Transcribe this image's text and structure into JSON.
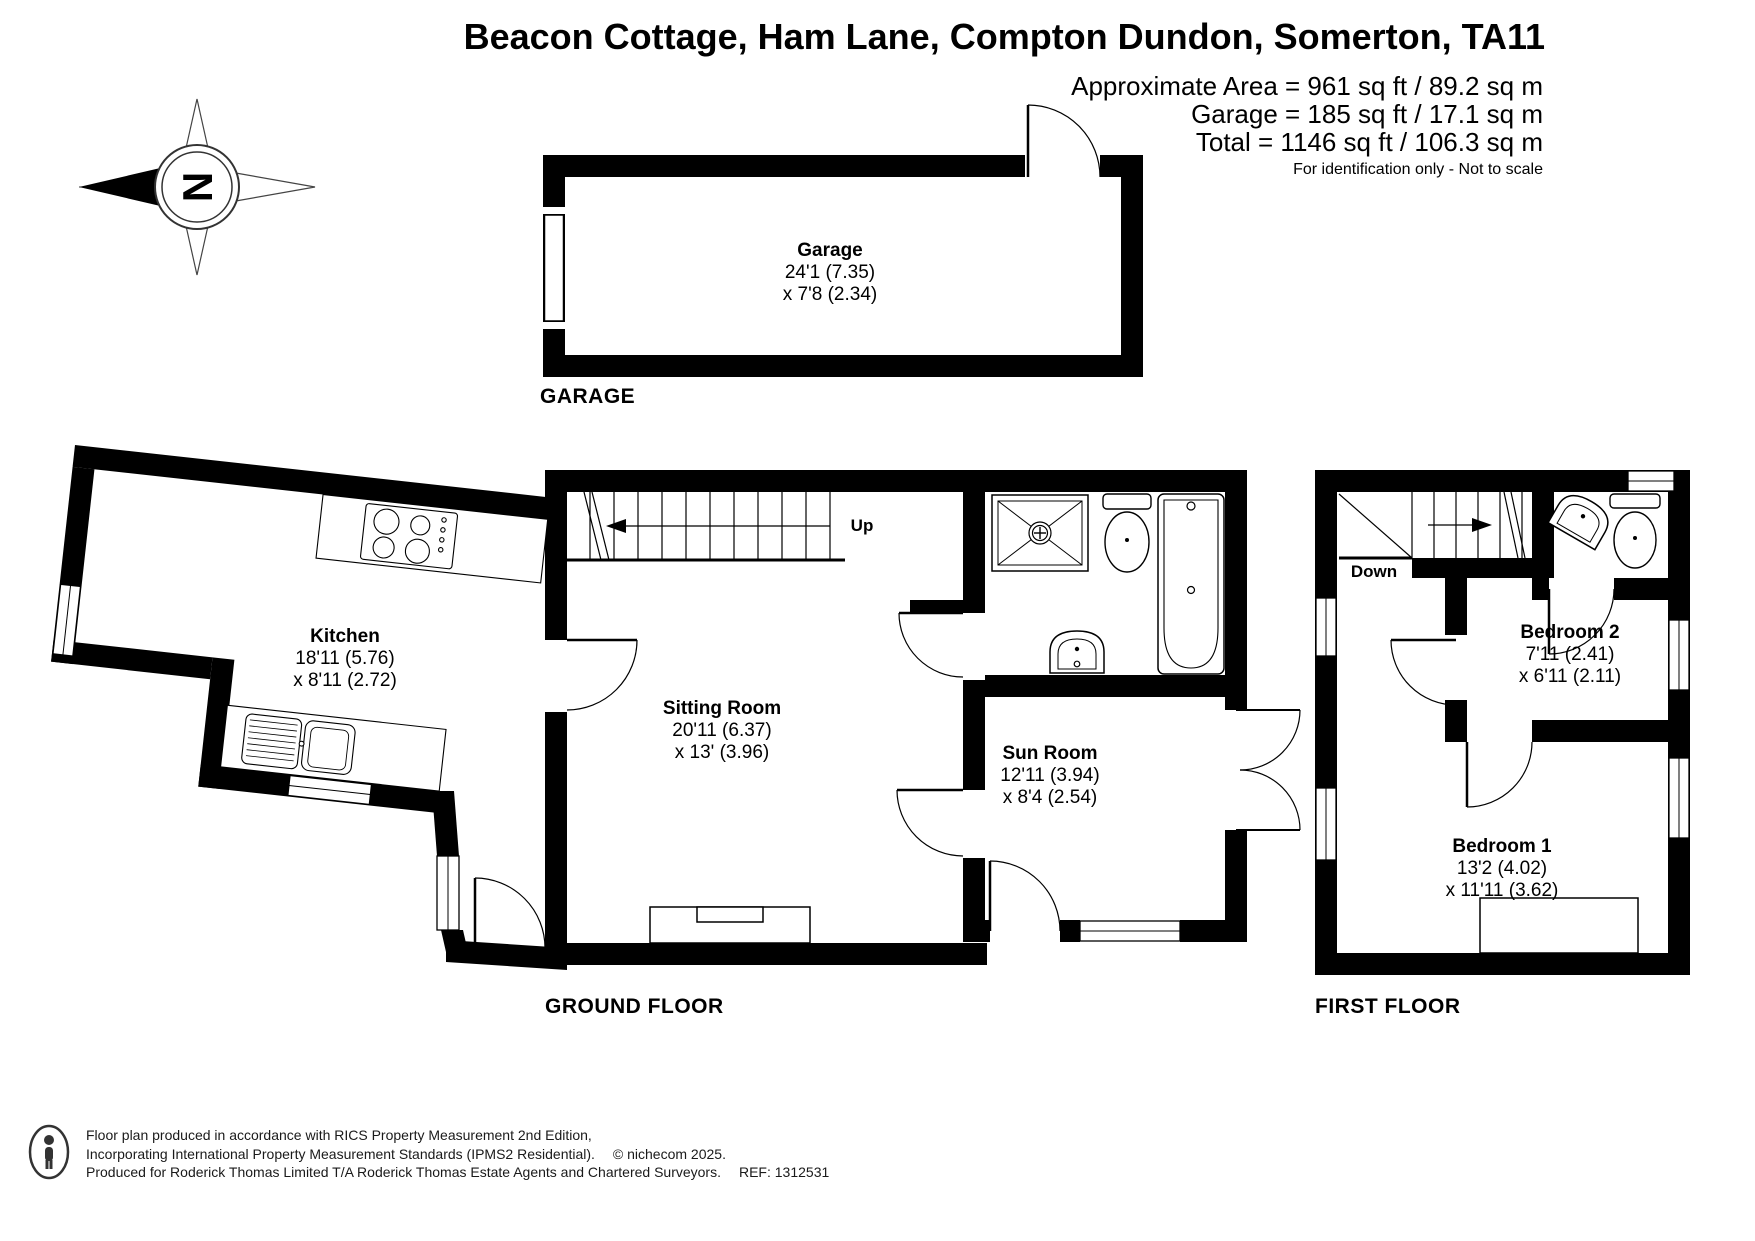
{
  "header": {
    "title": "Beacon Cottage, Ham Lane, Compton Dundon, Somerton, TA11",
    "area_lines": [
      "Approximate Area = 961 sq ft / 89.2 sq m",
      "Garage = 185 sq ft / 17.1 sq m",
      "Total = 1146 sq ft / 106.3 sq m"
    ],
    "disclaimer": "For identification only - Not to scale"
  },
  "compass": {
    "letter": "N"
  },
  "floor_labels": {
    "garage": "GARAGE",
    "ground": "GROUND FLOOR",
    "first": "FIRST FLOOR"
  },
  "stairs": {
    "up": "Up",
    "down": "Down"
  },
  "rooms": {
    "garage": {
      "name": "Garage",
      "dim1": "24'1 (7.35)",
      "dim2": "x 7'8 (2.34)"
    },
    "kitchen": {
      "name": "Kitchen",
      "dim1": "18'11 (5.76)",
      "dim2": "x 8'11 (2.72)"
    },
    "sitting_room": {
      "name": "Sitting Room",
      "dim1": "20'11 (6.37)",
      "dim2": "x 13' (3.96)"
    },
    "sun_room": {
      "name": "Sun Room",
      "dim1": "12'11 (3.94)",
      "dim2": "x 8'4 (2.54)"
    },
    "bedroom2": {
      "name": "Bedroom 2",
      "dim1": "7'11 (2.41)",
      "dim2": "x 6'11 (2.11)"
    },
    "bedroom1": {
      "name": "Bedroom 1",
      "dim1": "13'2 (4.02)",
      "dim2": "x 11'11 (3.62)"
    }
  },
  "footer": {
    "line1": "Floor plan produced in accordance with RICS Property Measurement 2nd Edition,",
    "line2": "Incorporating International Property Measurement Standards (IPMS2 Residential).",
    "copyright": "© nichecom 2025.",
    "line3": "Produced for Roderick Thomas Limited T/A Roderick Thomas Estate Agents and Chartered Surveyors.",
    "ref": "REF: 1312531"
  },
  "colors": {
    "wall": "#000000",
    "text": "#000000",
    "background": "#ffffff"
  }
}
